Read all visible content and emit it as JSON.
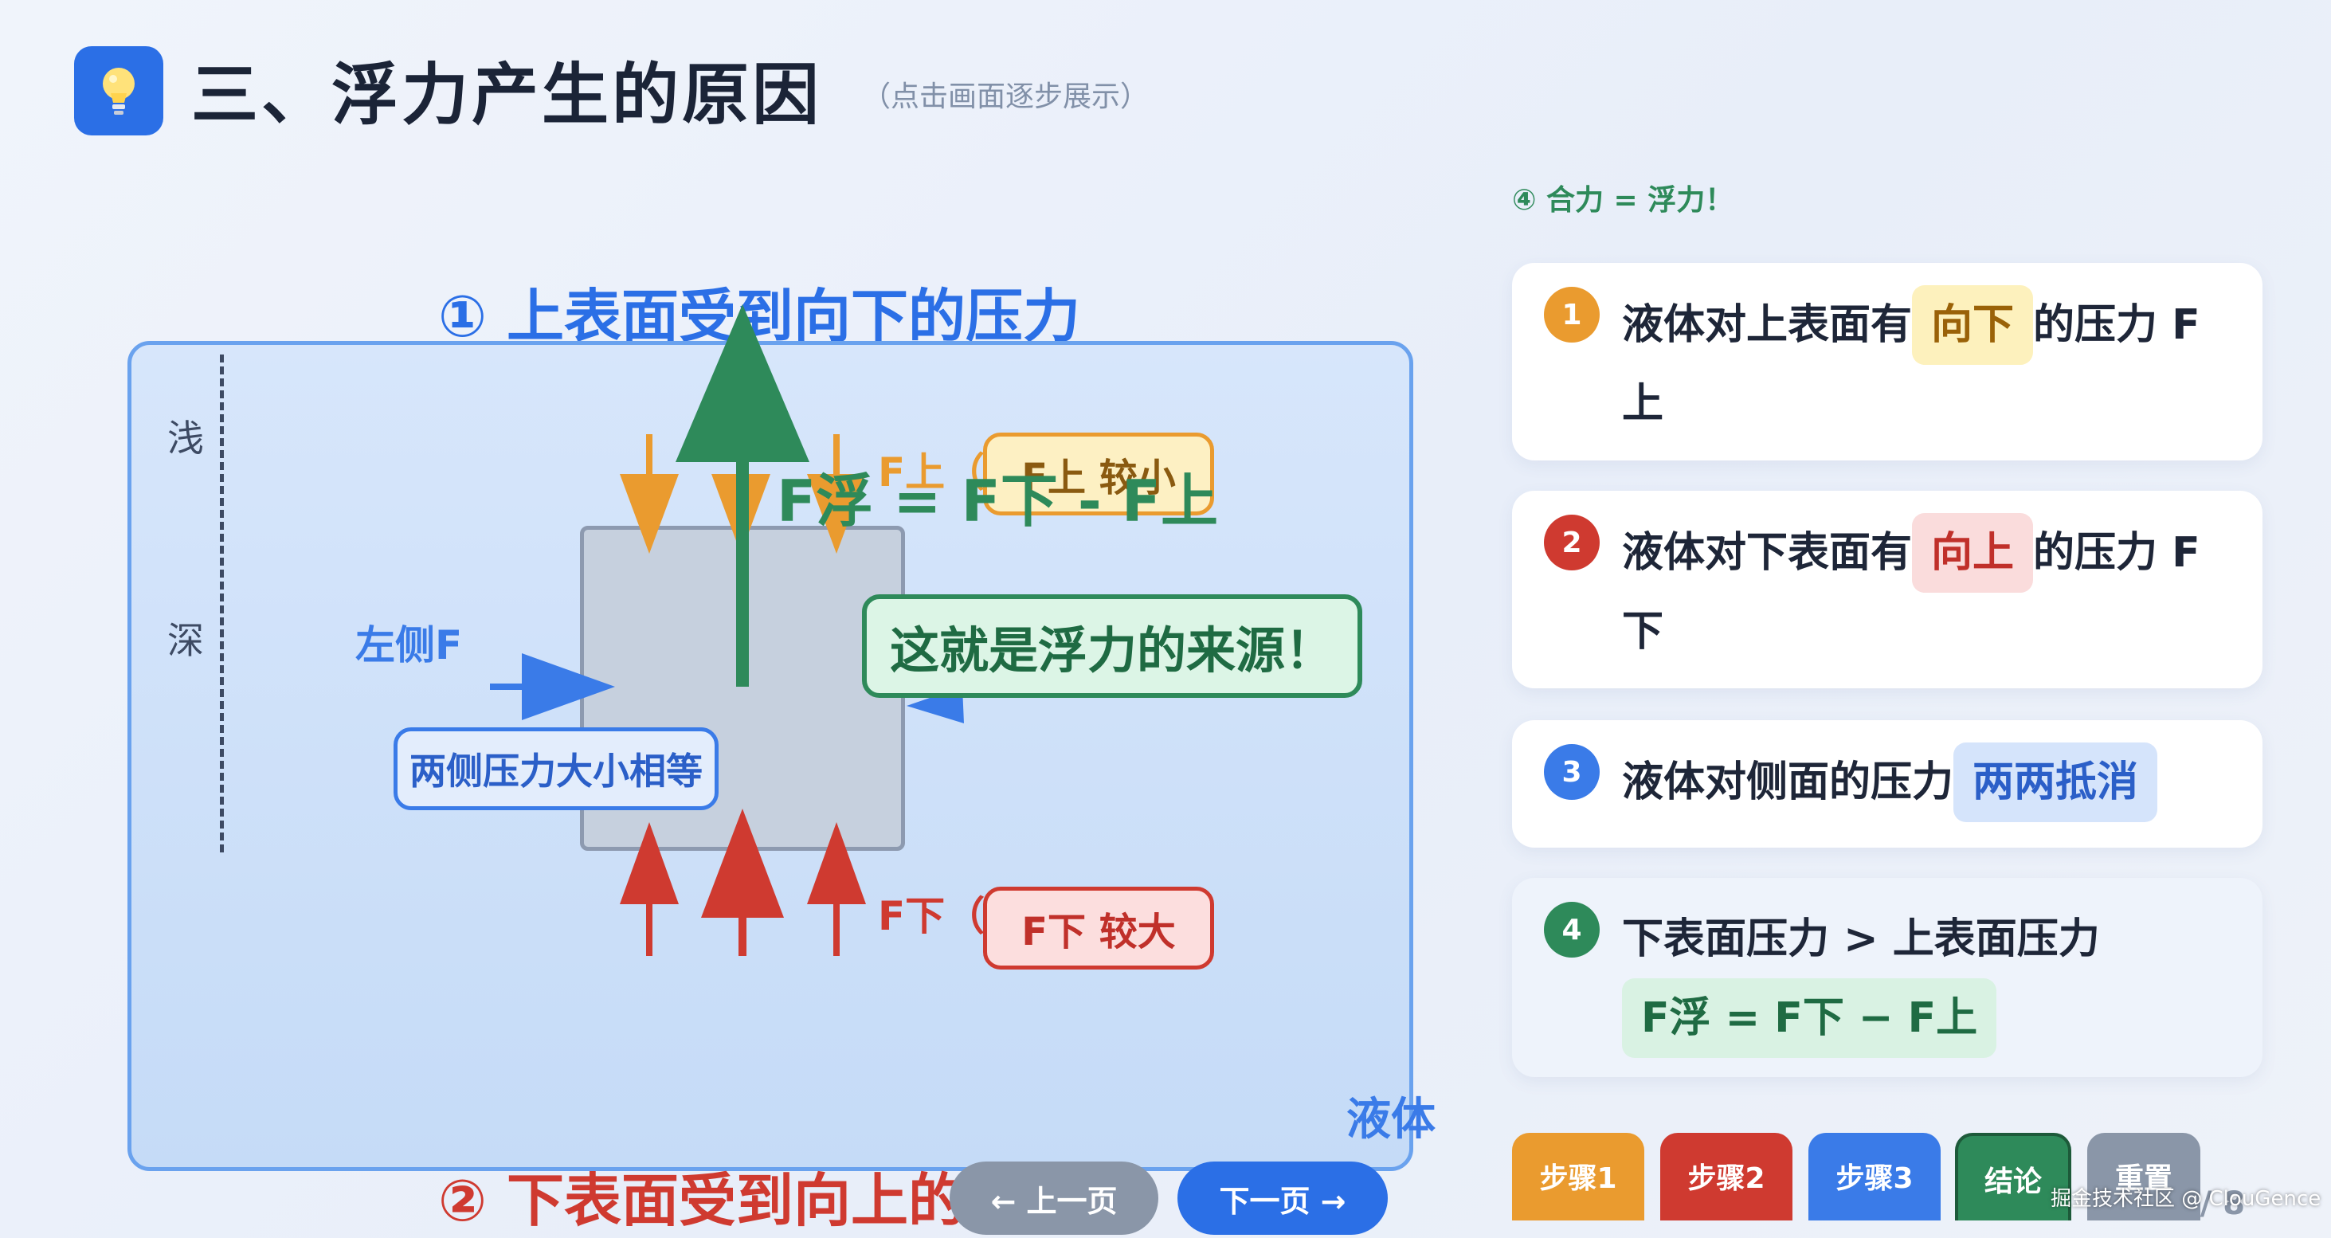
{
  "header": {
    "title": "三、浮力产生的原因",
    "hint": "（点击画面逐步展示）"
  },
  "diagram": {
    "step1_label": "① 上表面受到向下的压力",
    "step2_label": "② 下表面受到向上的",
    "depth_shallow": "浅",
    "depth_deep": "深",
    "left_force_label": "左侧F",
    "sides_equal_tag": "两侧压力大小相等",
    "top_force_label": "F上（",
    "top_tag": "F上 较小",
    "bottom_force_label": "F下（",
    "bottom_tag": "F下 较大",
    "formula": "F浮 = F下 - F上",
    "source_tag": "这就是浮力的来源！",
    "liquid_label": "液体"
  },
  "panel": {
    "step4_caption": "④ 合力 = 浮力！",
    "cards": [
      {
        "num": "1",
        "prefix": "液体对上表面有",
        "highlight": "向下",
        "suffix": "的压力 F上"
      },
      {
        "num": "2",
        "prefix": "液体对下表面有",
        "highlight": "向上",
        "suffix": "的压力 F下"
      },
      {
        "num": "3",
        "prefix": "液体对侧面的压力",
        "highlight": "两两抵消",
        "suffix": ""
      },
      {
        "num": "4",
        "prefix": "下表面压力 > 上表面压力",
        "highlight": "F浮 = F下 − F上",
        "suffix": ""
      }
    ]
  },
  "controls": {
    "step1": "步骤1",
    "step2": "步骤2",
    "step3": "步骤3",
    "conclusion": "结论",
    "reset": "重置",
    "prev": "← 上一页",
    "next": "下一页 →"
  },
  "footer": {
    "watermark": "掘金技术社区 @ ClouGence",
    "page_indicator": "5 / 8"
  },
  "colors": {
    "blue": "#2b6fe6",
    "orange": "#ea9b2f",
    "red": "#cf3a30",
    "green": "#2e8a5a",
    "gray": "#8a96a8"
  }
}
